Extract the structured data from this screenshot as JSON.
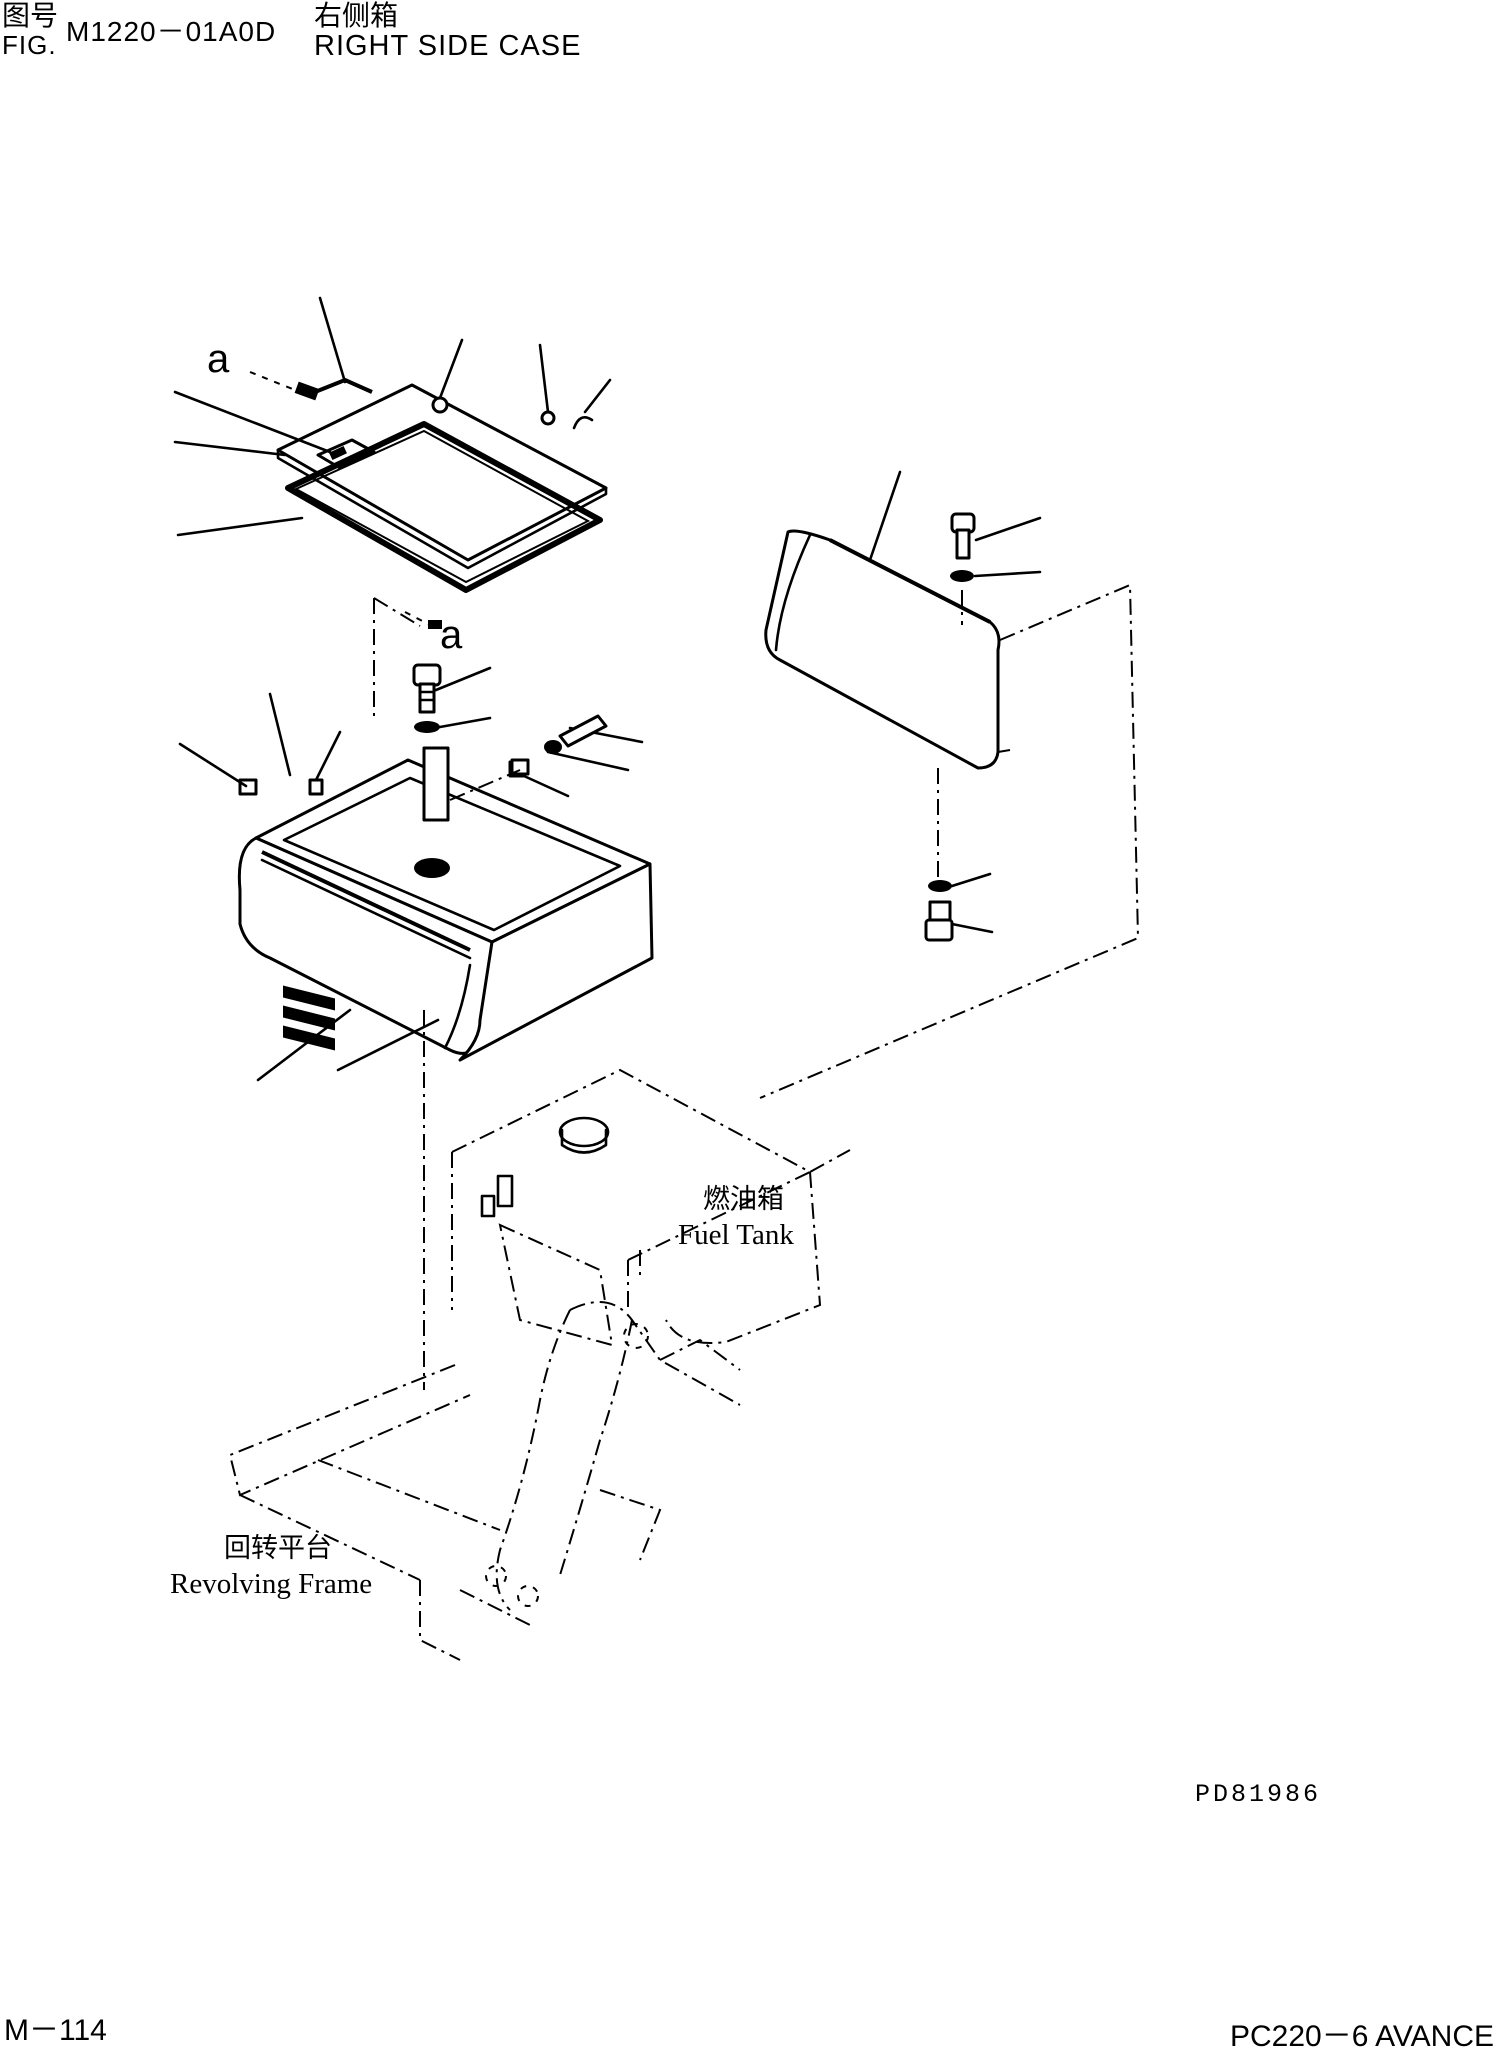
{
  "header": {
    "fig_cn": "图号",
    "fig_en": "FIG.",
    "fig_number": "M1220－01A0D",
    "title_cn": "右侧箱",
    "title_en": "RIGHT SIDE CASE"
  },
  "diagram": {
    "callout_marks": [
      "a",
      "a"
    ],
    "labels": {
      "fuel_tank_cn": "燃油箱",
      "fuel_tank_en": "Fuel Tank",
      "revolving_frame_cn": "回转平台",
      "revolving_frame_en": "Revolving Frame"
    },
    "drawing_code": "PD81986"
  },
  "footer": {
    "page": "M－114",
    "model": "PC220－6 AVANCE"
  }
}
